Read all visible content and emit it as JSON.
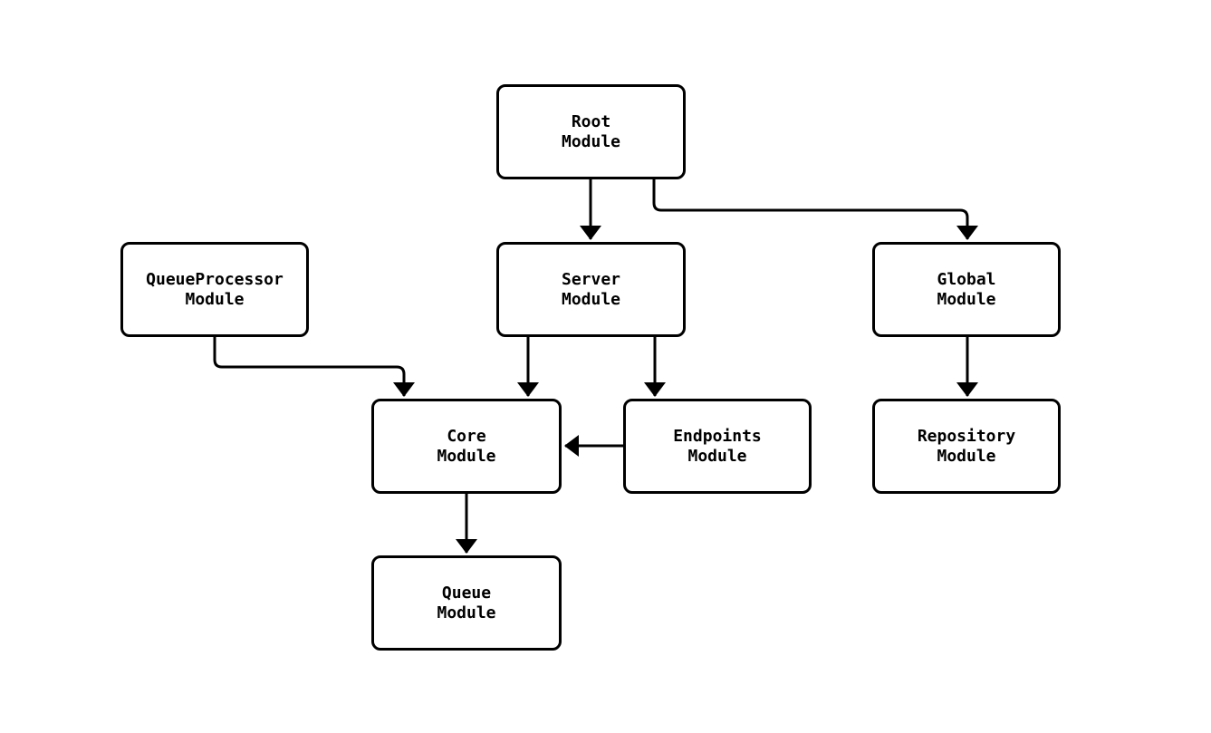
{
  "diagram": {
    "type": "flowchart",
    "direction": "top-down",
    "nodes": [
      {
        "id": "root",
        "lines": [
          "Root",
          "Module"
        ]
      },
      {
        "id": "queueprocessor",
        "lines": [
          "QueueProcessor",
          "Module"
        ]
      },
      {
        "id": "server",
        "lines": [
          "Server",
          "Module"
        ]
      },
      {
        "id": "global",
        "lines": [
          "Global",
          "Module"
        ]
      },
      {
        "id": "core",
        "lines": [
          "Core",
          "Module"
        ]
      },
      {
        "id": "endpoints",
        "lines": [
          "Endpoints",
          "Module"
        ]
      },
      {
        "id": "repository",
        "lines": [
          "Repository",
          "Module"
        ]
      },
      {
        "id": "queue",
        "lines": [
          "Queue",
          "Module"
        ]
      }
    ],
    "edges": [
      {
        "from": "root",
        "to": "server"
      },
      {
        "from": "root",
        "to": "global"
      },
      {
        "from": "queueprocessor",
        "to": "core"
      },
      {
        "from": "server",
        "to": "core"
      },
      {
        "from": "server",
        "to": "endpoints"
      },
      {
        "from": "endpoints",
        "to": "core"
      },
      {
        "from": "global",
        "to": "repository"
      },
      {
        "from": "core",
        "to": "queue"
      }
    ],
    "colors": {
      "background": "#ffffff",
      "node_fill": "#ffffff",
      "node_border": "#000000",
      "edge": "#000000",
      "text": "#000000"
    }
  }
}
